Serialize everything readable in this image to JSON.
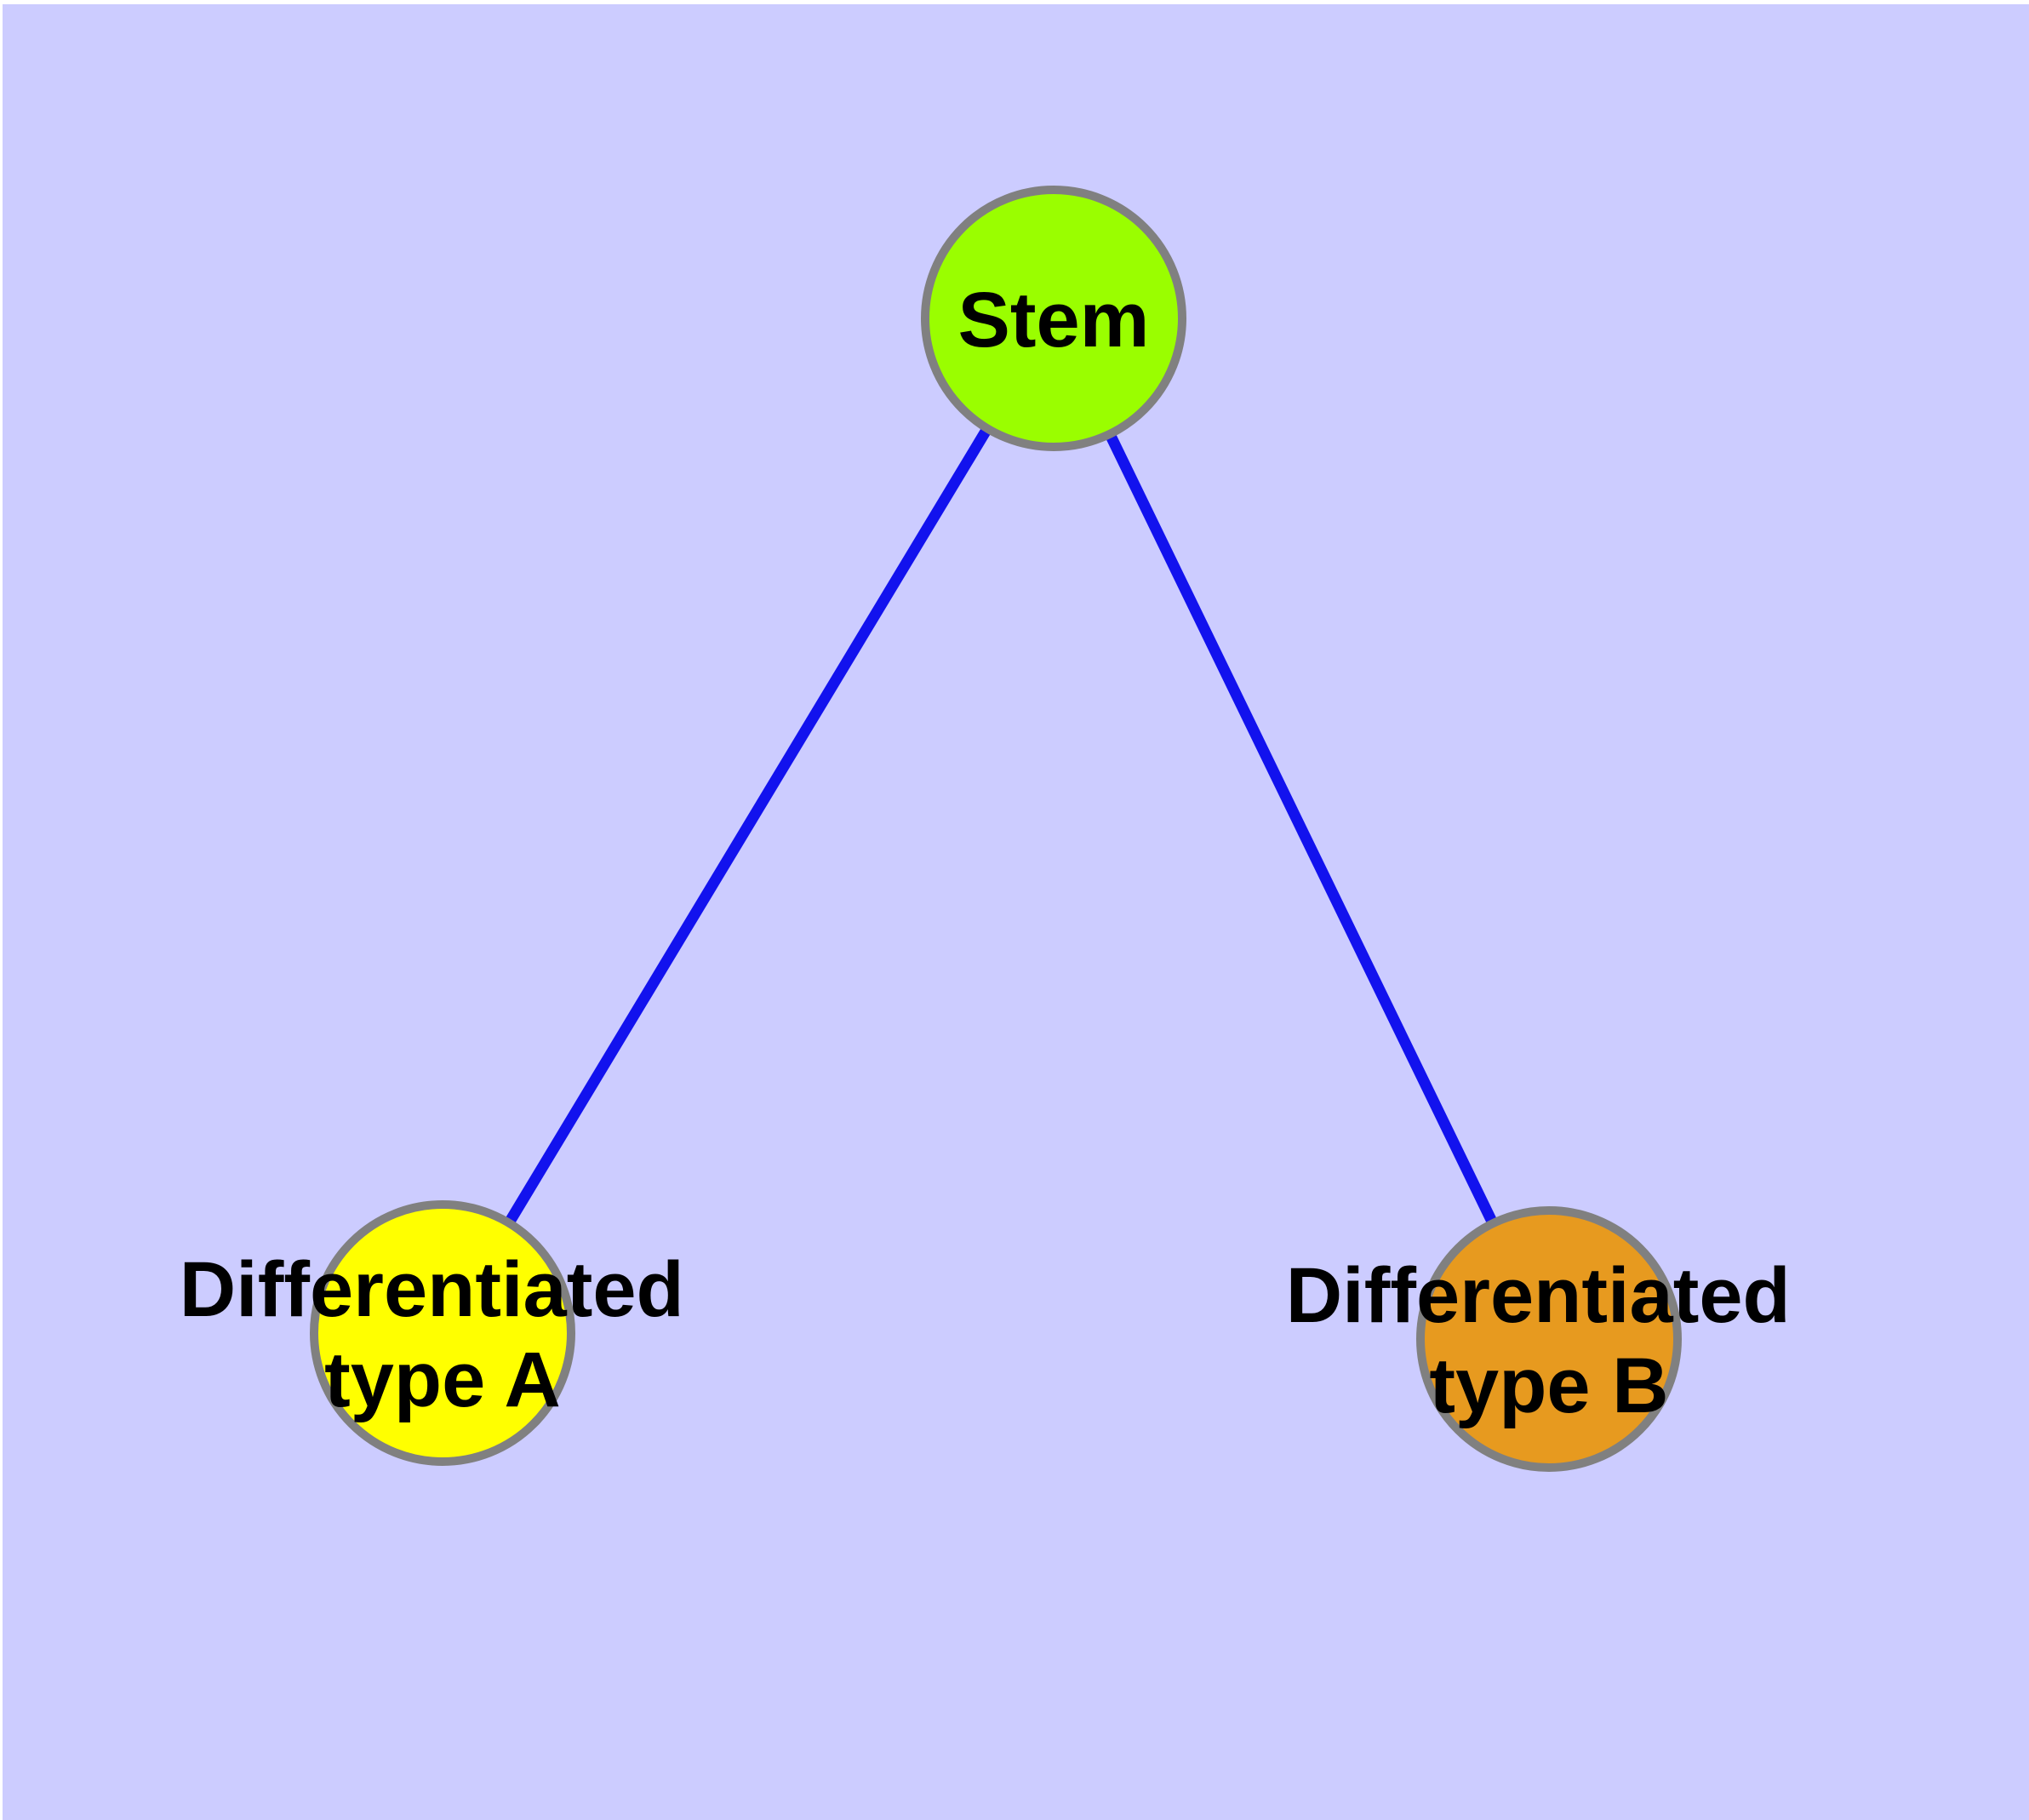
{
  "diagram": {
    "type": "node-link-graph",
    "background_color": "#CCCCFF",
    "frame_color": "#FFFFFF",
    "edge_color": "#1212EE",
    "node_border_color": "#808080",
    "label_color": "#000000",
    "nodes": [
      {
        "id": "stem",
        "label": "Stem",
        "fill_color": "#9AFE00"
      },
      {
        "id": "differentiated-type-a",
        "label_line1": "Differentiated",
        "label_line2": "type A",
        "fill_color": "#FFFF00"
      },
      {
        "id": "differentiated-type-b",
        "label_line1": "Differentiated",
        "label_line2": "type B",
        "fill_color": "#E79A1F"
      }
    ],
    "edges": [
      {
        "from": "Stem",
        "to": "Differentiated type A"
      },
      {
        "from": "Stem",
        "to": "Differentiated type B"
      }
    ]
  }
}
